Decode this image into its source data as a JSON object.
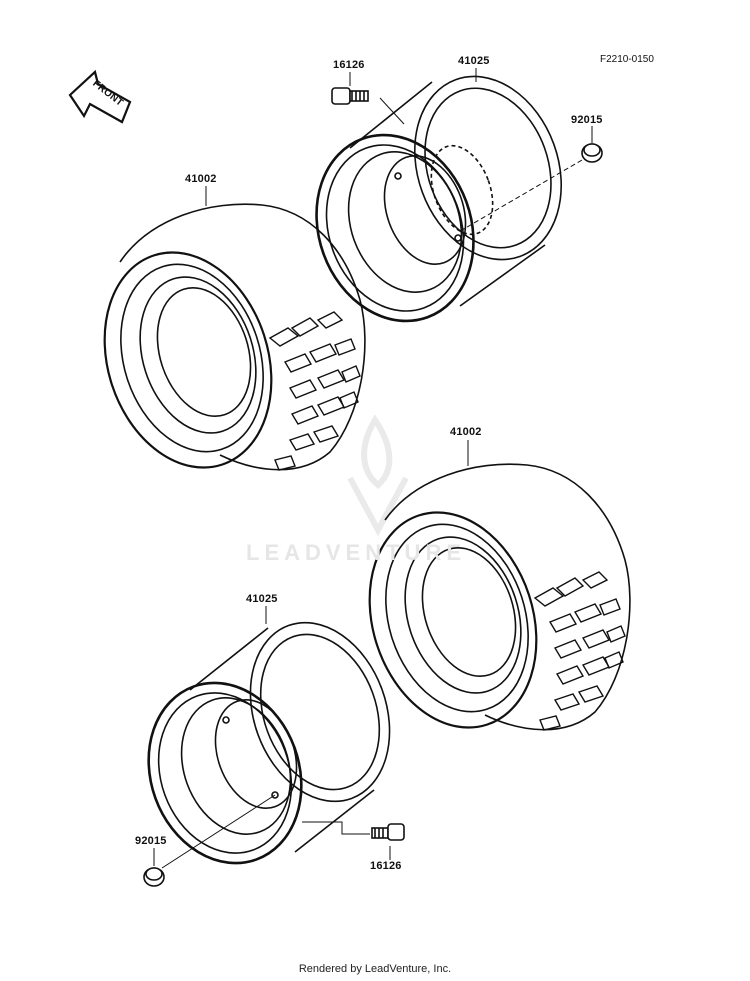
{
  "diagram_id": "F2210-0150",
  "front_arrow_label": "FRONT",
  "watermark_text": "LEADVENTURE",
  "footer": "Rendered by LeadVenture, Inc.",
  "colors": {
    "ink": "#111111",
    "watermark": "#e6e6e6",
    "background": "#ffffff"
  },
  "callouts": [
    {
      "id": "valve-top",
      "part": "16126"
    },
    {
      "id": "rim-top",
      "part": "41025"
    },
    {
      "id": "nut-top",
      "part": "92015"
    },
    {
      "id": "tire-top",
      "part": "41002"
    },
    {
      "id": "tire-bottom",
      "part": "41002"
    },
    {
      "id": "rim-bottom",
      "part": "41025"
    },
    {
      "id": "nut-bottom",
      "part": "92015"
    },
    {
      "id": "valve-bottom",
      "part": "16126"
    }
  ]
}
